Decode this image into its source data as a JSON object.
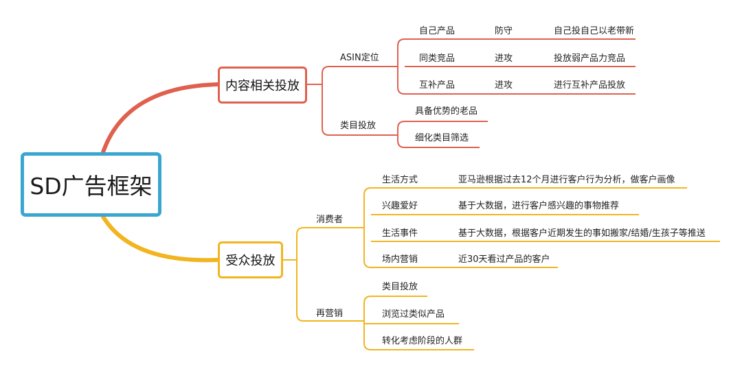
{
  "root": {
    "label": "SD广告框架"
  },
  "branches": {
    "content": {
      "label": "内容相关投放",
      "color": "#e0604e",
      "asin": {
        "label": "ASIN定位",
        "rows": [
          {
            "product": "自己产品",
            "strategy": "防守",
            "detail": "自己投自己以老带新"
          },
          {
            "product": "同类竞品",
            "strategy": "进攻",
            "detail": "投放弱产品力竞品"
          },
          {
            "product": "互补产品",
            "strategy": "进攻",
            "detail": "进行互补产品投放"
          }
        ]
      },
      "category": {
        "label": "类目投放",
        "items": [
          "具备优势的老品",
          "细化类目筛选"
        ]
      }
    },
    "audience": {
      "label": "受众投放",
      "color": "#f2b41f",
      "consumer": {
        "label": "消费者",
        "rows": [
          {
            "name": "生活方式",
            "detail": "亚马逊根据过去12个月进行客户行为分析，做客户画像"
          },
          {
            "name": "兴趣爱好",
            "detail": "基于大数据，进行客户感兴趣的事物推荐"
          },
          {
            "name": "生活事件",
            "detail": "基于大数据，根据客户近期发生的事如搬家/结婚/生孩子等推送"
          },
          {
            "name": "场内营销",
            "detail": "近30天看过产品的客户"
          }
        ]
      },
      "remarketing": {
        "label": "再营销",
        "items": [
          "类目投放",
          "浏览过类似产品",
          "转化考虑阶段的人群"
        ]
      }
    }
  }
}
